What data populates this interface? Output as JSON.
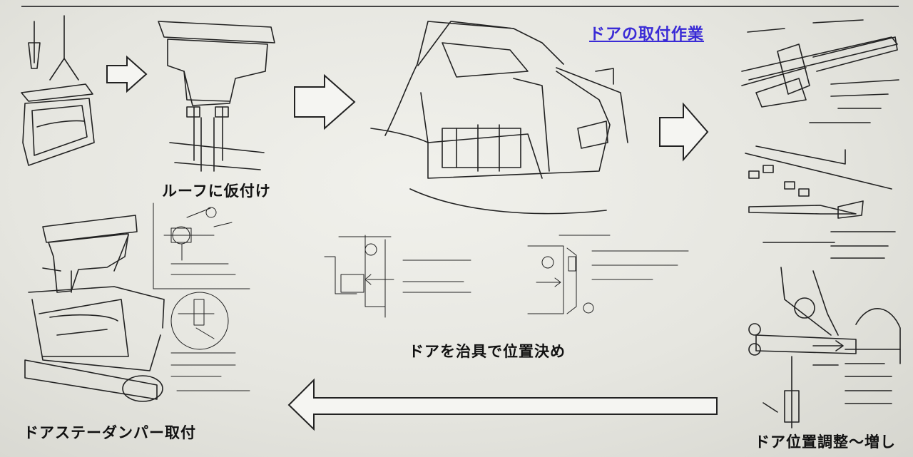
{
  "title": "ドアの取付作業",
  "captions": {
    "roof": "ルーフに仮付け",
    "jig": "ドアを治具で位置決め",
    "damper": "ドアステーダンパー取付",
    "adjust": "ドア位置調整～増し"
  },
  "diagram": {
    "flow": [
      "roof-tack",
      "jig-positioning",
      "position-adjust",
      "stay-damper"
    ],
    "arrows": [
      "right",
      "right",
      "right",
      "left"
    ]
  }
}
